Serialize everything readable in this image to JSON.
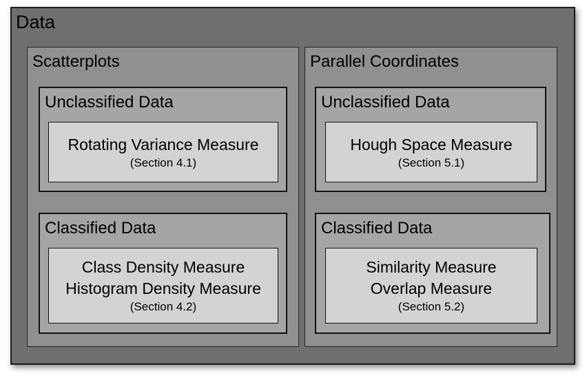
{
  "root": {
    "title": "Data"
  },
  "scatterplots": {
    "title": "Scatterplots",
    "unclassified": {
      "title": "Unclassified Data",
      "measures": [
        "Rotating Variance Measure"
      ],
      "section": "(Section 4.1)"
    },
    "classified": {
      "title": "Classified Data",
      "measures": [
        "Class Density Measure",
        "Histogram Density Measure"
      ],
      "section": "(Section 4.2)"
    }
  },
  "parallel": {
    "title": "Parallel Coordinates",
    "unclassified": {
      "title": "Unclassified Data",
      "measures": [
        "Hough Space Measure"
      ],
      "section": "(Section 5.1)"
    },
    "classified": {
      "title": "Classified Data",
      "measures": [
        "Similarity Measure",
        "Overlap Measure"
      ],
      "section": "(Section 5.2)"
    }
  }
}
